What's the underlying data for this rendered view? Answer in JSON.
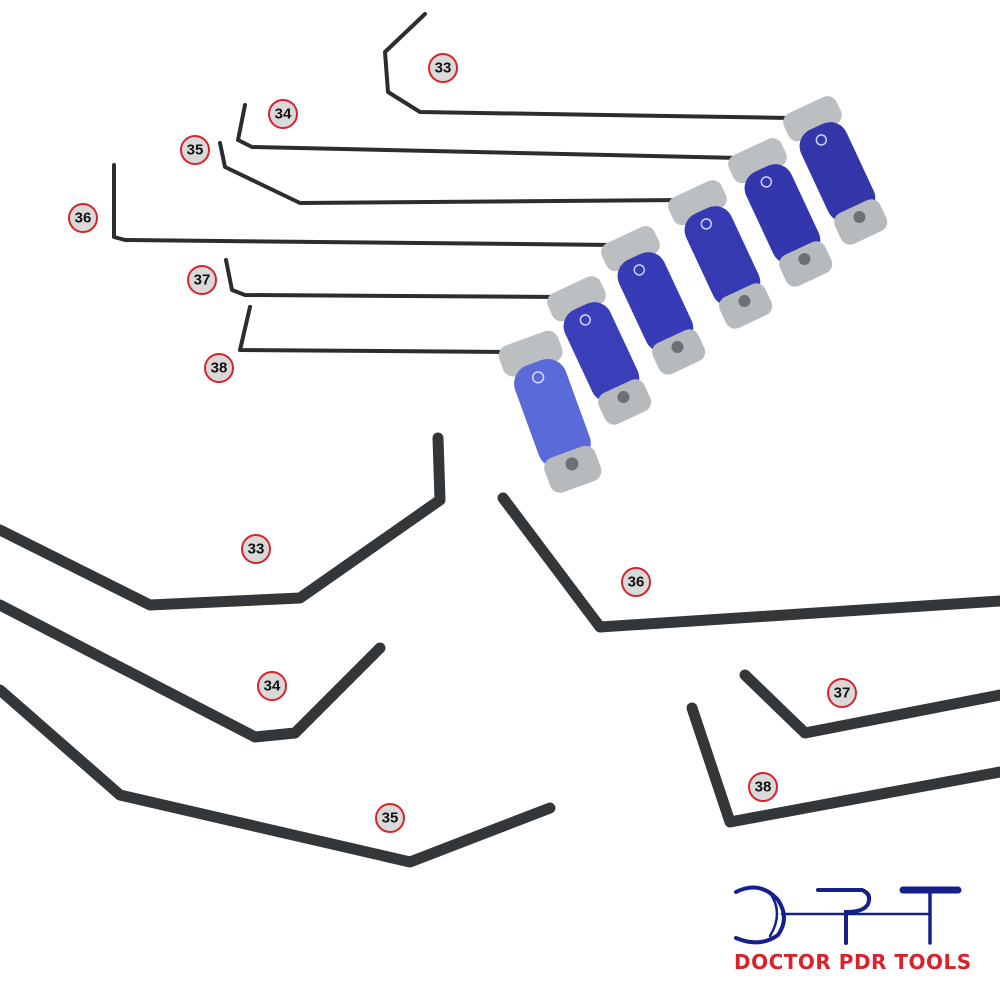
{
  "labels": {
    "top": [
      "33",
      "34",
      "35",
      "36",
      "37",
      "38"
    ],
    "bottom": [
      "33",
      "34",
      "35",
      "36",
      "37",
      "38"
    ]
  },
  "brand": {
    "name": "DOCTOR PDR TOOLS",
    "logo_letters": "DPT"
  },
  "colors": {
    "grip_blue": "#3b3fb8",
    "grip_light_blue": "#5a6ad8",
    "handle_gray": "#b9bcbf",
    "badge_red": "#d8232a",
    "logo_blue": "#16208a",
    "rod": "#2b2d2f"
  }
}
